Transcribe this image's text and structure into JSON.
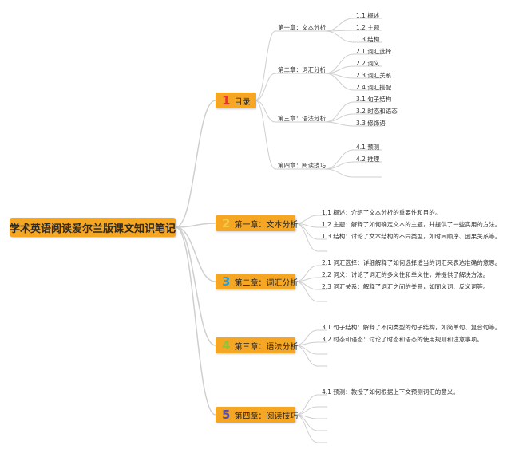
{
  "root": {
    "title": "学术英语阅读爱尔兰版课文知识笔记"
  },
  "branches": [
    {
      "num": "1",
      "label": "目录"
    },
    {
      "num": "2",
      "label": "第一章：文本分析"
    },
    {
      "num": "3",
      "label": "第二章：词汇分析"
    },
    {
      "num": "4",
      "label": "第三章：语法分析"
    },
    {
      "num": "5",
      "label": "第四章：阅读技巧"
    }
  ],
  "toc": {
    "chapters": [
      {
        "label": "第一章：文本分析",
        "items": [
          "1.1 概述",
          "1.2 主题",
          "1.3 结构"
        ]
      },
      {
        "label": "第二章：词汇分析",
        "items": [
          "2.1 词汇选择",
          "2.2 词义",
          "2.3 词汇关系",
          "2.4 词汇搭配"
        ]
      },
      {
        "label": "第三章：语法分析",
        "items": [
          "3.1 句子结构",
          "3.2 时态和语态",
          "3.3 修饰语"
        ]
      },
      {
        "label": "第四章：阅读技巧",
        "items": [
          "4.1 预测",
          "4.2 推理"
        ]
      }
    ]
  },
  "notes": {
    "ch1": [
      "1.1 概述：介绍了文本分析的重要性和目的。",
      "1.2 主题：解释了如何确定文本的主题，并提供了一些实用的方法。",
      "1.3 结构：讨论了文本结构的不同类型，如时间顺序、因果关系等。"
    ],
    "ch2": [
      "2.1 词汇选择：详细解释了如何选择适当的词汇来表达准确的意思。",
      "2.2 词义：讨论了词汇的多义性和单义性，并提供了解决方法。",
      "2.3 词汇关系：解释了词汇之间的关系，如同义词、反义词等。"
    ],
    "ch3": [
      "3.1 句子结构：解释了不同类型的句子结构，如简单句、复合句等。",
      "3.2 时态和语态：讨论了时态和语态的使用规则和注意事项。"
    ],
    "ch4": [
      "4.1 预测：教授了如何根据上下文预测词汇的意义。"
    ]
  },
  "colors": {
    "node": "#f5a623",
    "link": "#cfcfcf"
  }
}
